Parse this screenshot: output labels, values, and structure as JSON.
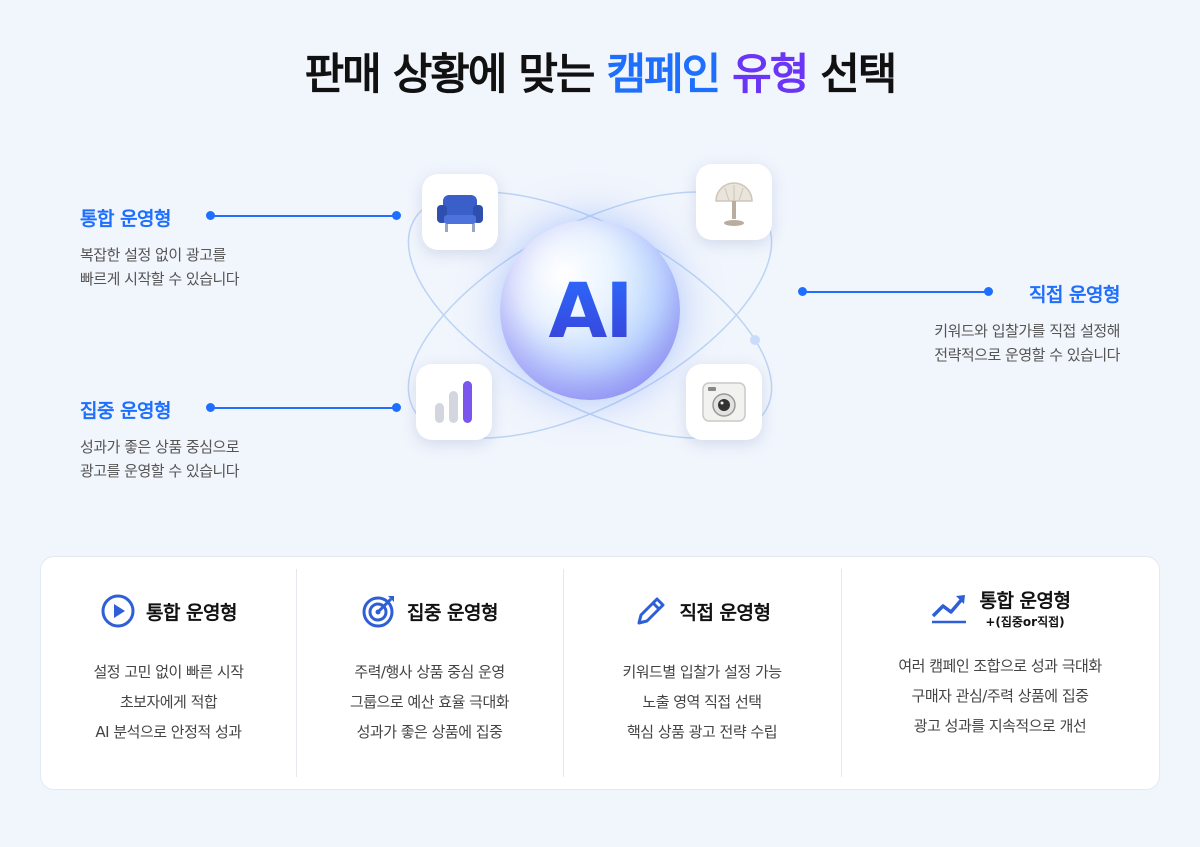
{
  "title": {
    "part1": "판매 상황에 맞는 ",
    "highlight1": "캠페인",
    "space": " ",
    "highlight2": "유형",
    "part2": " 선택"
  },
  "colors": {
    "accent_blue": "#1f6fff",
    "accent_purple": "#6a35f5"
  },
  "center": {
    "label": "AI"
  },
  "tiles": [
    "sofa-icon",
    "lamp-icon",
    "bar-chart-icon",
    "camera-icon"
  ],
  "callouts": {
    "integrated": {
      "name": "통합 운영형",
      "desc1": "복잡한 설정 없이 광고를",
      "desc2": "빠르게 시작할 수 있습니다"
    },
    "focused": {
      "name": "집중 운영형",
      "desc1": "성과가 좋은 상품 중심으로",
      "desc2": "광고를 운영할 수 있습니다"
    },
    "direct": {
      "name": "직접 운영형",
      "desc1": "키워드와 입찰가를 직접 설정해",
      "desc2": "전략적으로 운영할 수 있습니다"
    }
  },
  "cards": [
    {
      "icon": "play-circle-icon",
      "title": "통합 운영형",
      "subtitle": "",
      "lines": [
        "설정 고민 없이 빠른 시작",
        "초보자에게 적합",
        "AI 분석으로 안정적 성과"
      ]
    },
    {
      "icon": "target-icon",
      "title": "집중 운영형",
      "subtitle": "",
      "lines": [
        "주력/행사 상품 중심 운영",
        "그룹으로 예산 효율 극대화",
        "성과가 좋은 상품에 집중"
      ]
    },
    {
      "icon": "pencil-icon",
      "title": "직접 운영형",
      "subtitle": "",
      "lines": [
        "키워드별 입찰가 설정 가능",
        "노출 영역 직접 선택",
        "핵심 상품 광고 전략 수립"
      ]
    },
    {
      "icon": "trend-up-icon",
      "title": "통합 운영형",
      "subtitle": "+(집중or직접)",
      "lines": [
        "여러 캠페인 조합으로 성과 극대화",
        "구매자 관심/주력 상품에 집중",
        "광고 성과를 지속적으로 개선"
      ]
    }
  ]
}
